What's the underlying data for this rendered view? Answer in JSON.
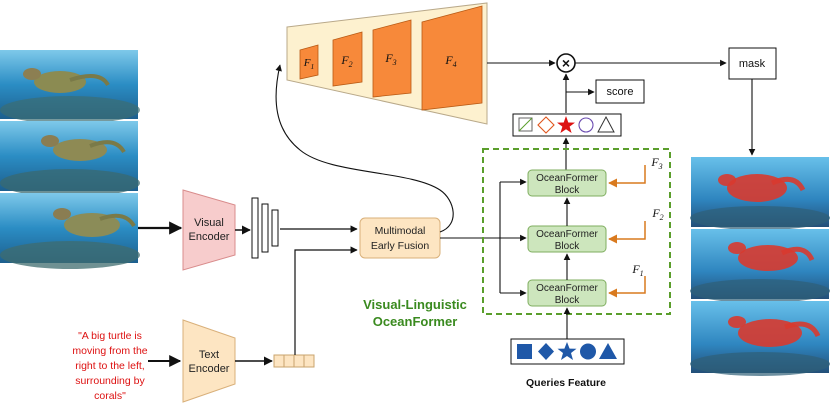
{
  "feature_pyramid": {
    "levels": [
      {
        "symbol": "F",
        "sub": "1"
      },
      {
        "symbol": "F",
        "sub": "2"
      },
      {
        "symbol": "F",
        "sub": "3"
      },
      {
        "symbol": "F",
        "sub": "4"
      }
    ]
  },
  "visual_encoder": {
    "line1": "Visual",
    "line2": "Encoder"
  },
  "text_encoder": {
    "line1": "Text",
    "line2": "Encoder"
  },
  "fusion": {
    "line1": "Multimodal",
    "line2": "Early Fusion"
  },
  "oceanformer_blocks": [
    {
      "line1": "OceanFormer",
      "line2": "Block",
      "feature": "F",
      "feature_sub": "3"
    },
    {
      "line1": "OceanFormer",
      "line2": "Block",
      "feature": "F",
      "feature_sub": "2"
    },
    {
      "line1": "OceanFormer",
      "line2": "Block",
      "feature": "F",
      "feature_sub": "1"
    }
  ],
  "vl_label": {
    "line1": "Visual-Linguistic",
    "line2": "OceanFormer"
  },
  "queries_label": "Queries Feature",
  "score_label": "score",
  "mask_label": "mask",
  "multiply_symbol": "×",
  "text_query": {
    "lines": [
      "\"A big turtle is",
      "moving from the",
      "right to the left,",
      "surrounding by",
      "corals\""
    ]
  },
  "colors": {
    "pyramid_bg": "#fdf1cf",
    "pyramid_feature": "#f7893a",
    "encoder": "#f7cccc",
    "fusion": "#fde5c2",
    "block": "#cde6bd",
    "dashed_box": "#5a9e2b",
    "vl_text": "#3a8a1f",
    "arrow_orange": "#d97a1e",
    "query_blue": "#1f58a8",
    "text_query_red": "#dd1111",
    "mask_red": "#d83a2f"
  },
  "icons": {
    "input_frames": [
      "turtle-frame-1",
      "turtle-frame-2",
      "turtle-frame-3"
    ],
    "output_frames": [
      "mask-frame-1",
      "mask-frame-2",
      "mask-frame-3"
    ],
    "query_shapes": [
      "square",
      "diamond",
      "star",
      "circle",
      "triangle"
    ],
    "output_shapes": [
      "square",
      "diamond",
      "star",
      "circle",
      "triangle"
    ]
  }
}
